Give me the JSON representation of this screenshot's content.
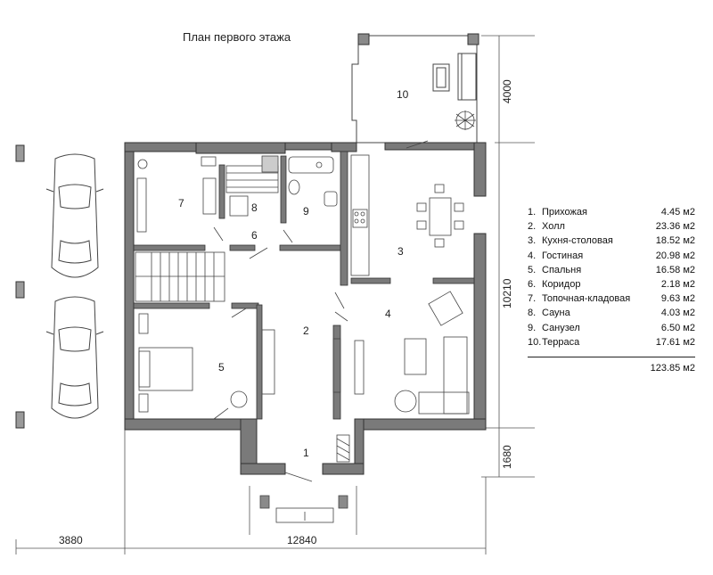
{
  "plan_title": "План первого этажа",
  "room_labels": [
    "1",
    "2",
    "3",
    "4",
    "5",
    "6",
    "7",
    "8",
    "9",
    "10"
  ],
  "dimensions": {
    "carport_width": "3880",
    "house_width": "12840",
    "house_depth": "10210",
    "porch_depth": "1680",
    "terrace_depth": "4000"
  },
  "legend": [
    {
      "num": "1.",
      "name": "Прихожая",
      "area": "4.45 м2"
    },
    {
      "num": "2.",
      "name": "Холл",
      "area": "23.36 м2"
    },
    {
      "num": "3.",
      "name": "Кухня-столовая",
      "area": "18.52 м2"
    },
    {
      "num": "4.",
      "name": "Гостиная",
      "area": "20.98 м2"
    },
    {
      "num": "5.",
      "name": "Спальня",
      "area": "16.58 м2"
    },
    {
      "num": "6.",
      "name": "Коридор",
      "area": "2.18 м2"
    },
    {
      "num": "7.",
      "name": "Топочная-кладовая",
      "area": "9.63 м2"
    },
    {
      "num": "8.",
      "name": "Сауна",
      "area": "4.03 м2"
    },
    {
      "num": "9.",
      "name": "Санузел",
      "area": "6.50 м2"
    },
    {
      "num": "10.",
      "name": "Терраса",
      "area": "17.61 м2"
    }
  ],
  "total_area": "123.85 м2",
  "colors": {
    "wall": "#7a7a7a",
    "line": "#333333",
    "paper": "#ffffff"
  }
}
